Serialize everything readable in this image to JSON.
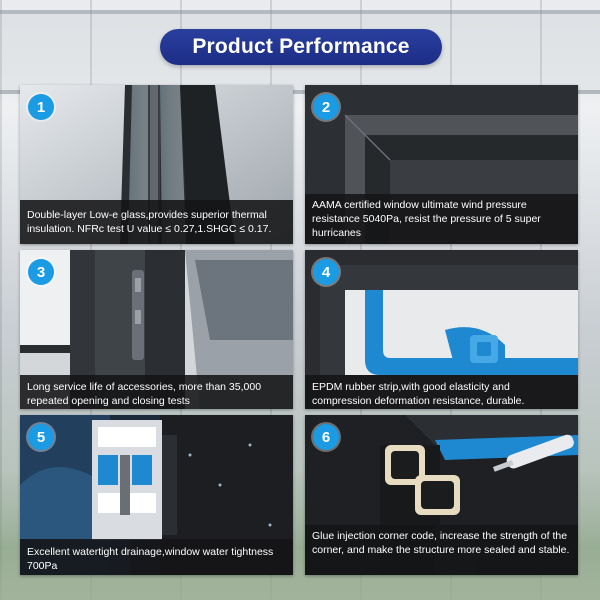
{
  "title": "Product Performance",
  "features": [
    {
      "number": "1",
      "text": "Double-layer Low-e glass,provides superior thermal insulation. NFRc test U value ≤ 0.27,1.SHGC ≤ 0.17.",
      "icon": "double-glazed-glass-section"
    },
    {
      "number": "2",
      "text": "AAMA certified window ultimate wind pressure resistance 5040Pa, resist the pressure of 5 super hurricanes",
      "icon": "window-frame-corner"
    },
    {
      "number": "3",
      "text": "Long service life of accessories, more than 35,000 repeated opening and closing tests",
      "icon": "window-hinge"
    },
    {
      "number": "4",
      "text": "EPDM rubber strip,with good elasticity and compression deformation resistance, durable.",
      "icon": "blue-rubber-seal-strip"
    },
    {
      "number": "5",
      "text": "Excellent watertight drainage,window water tightness 700Pa",
      "icon": "profile-cross-section-water"
    },
    {
      "number": "6",
      "text": "Glue injection corner code, increase the strength of the corner, and make the structure more sealed and stable.",
      "icon": "glue-injection-corner"
    }
  ],
  "colors": {
    "title_pill": "#1c2d86",
    "badge": "#1a9be3",
    "caption_bg": "#141416",
    "seal_blue": "#1e88d0"
  }
}
